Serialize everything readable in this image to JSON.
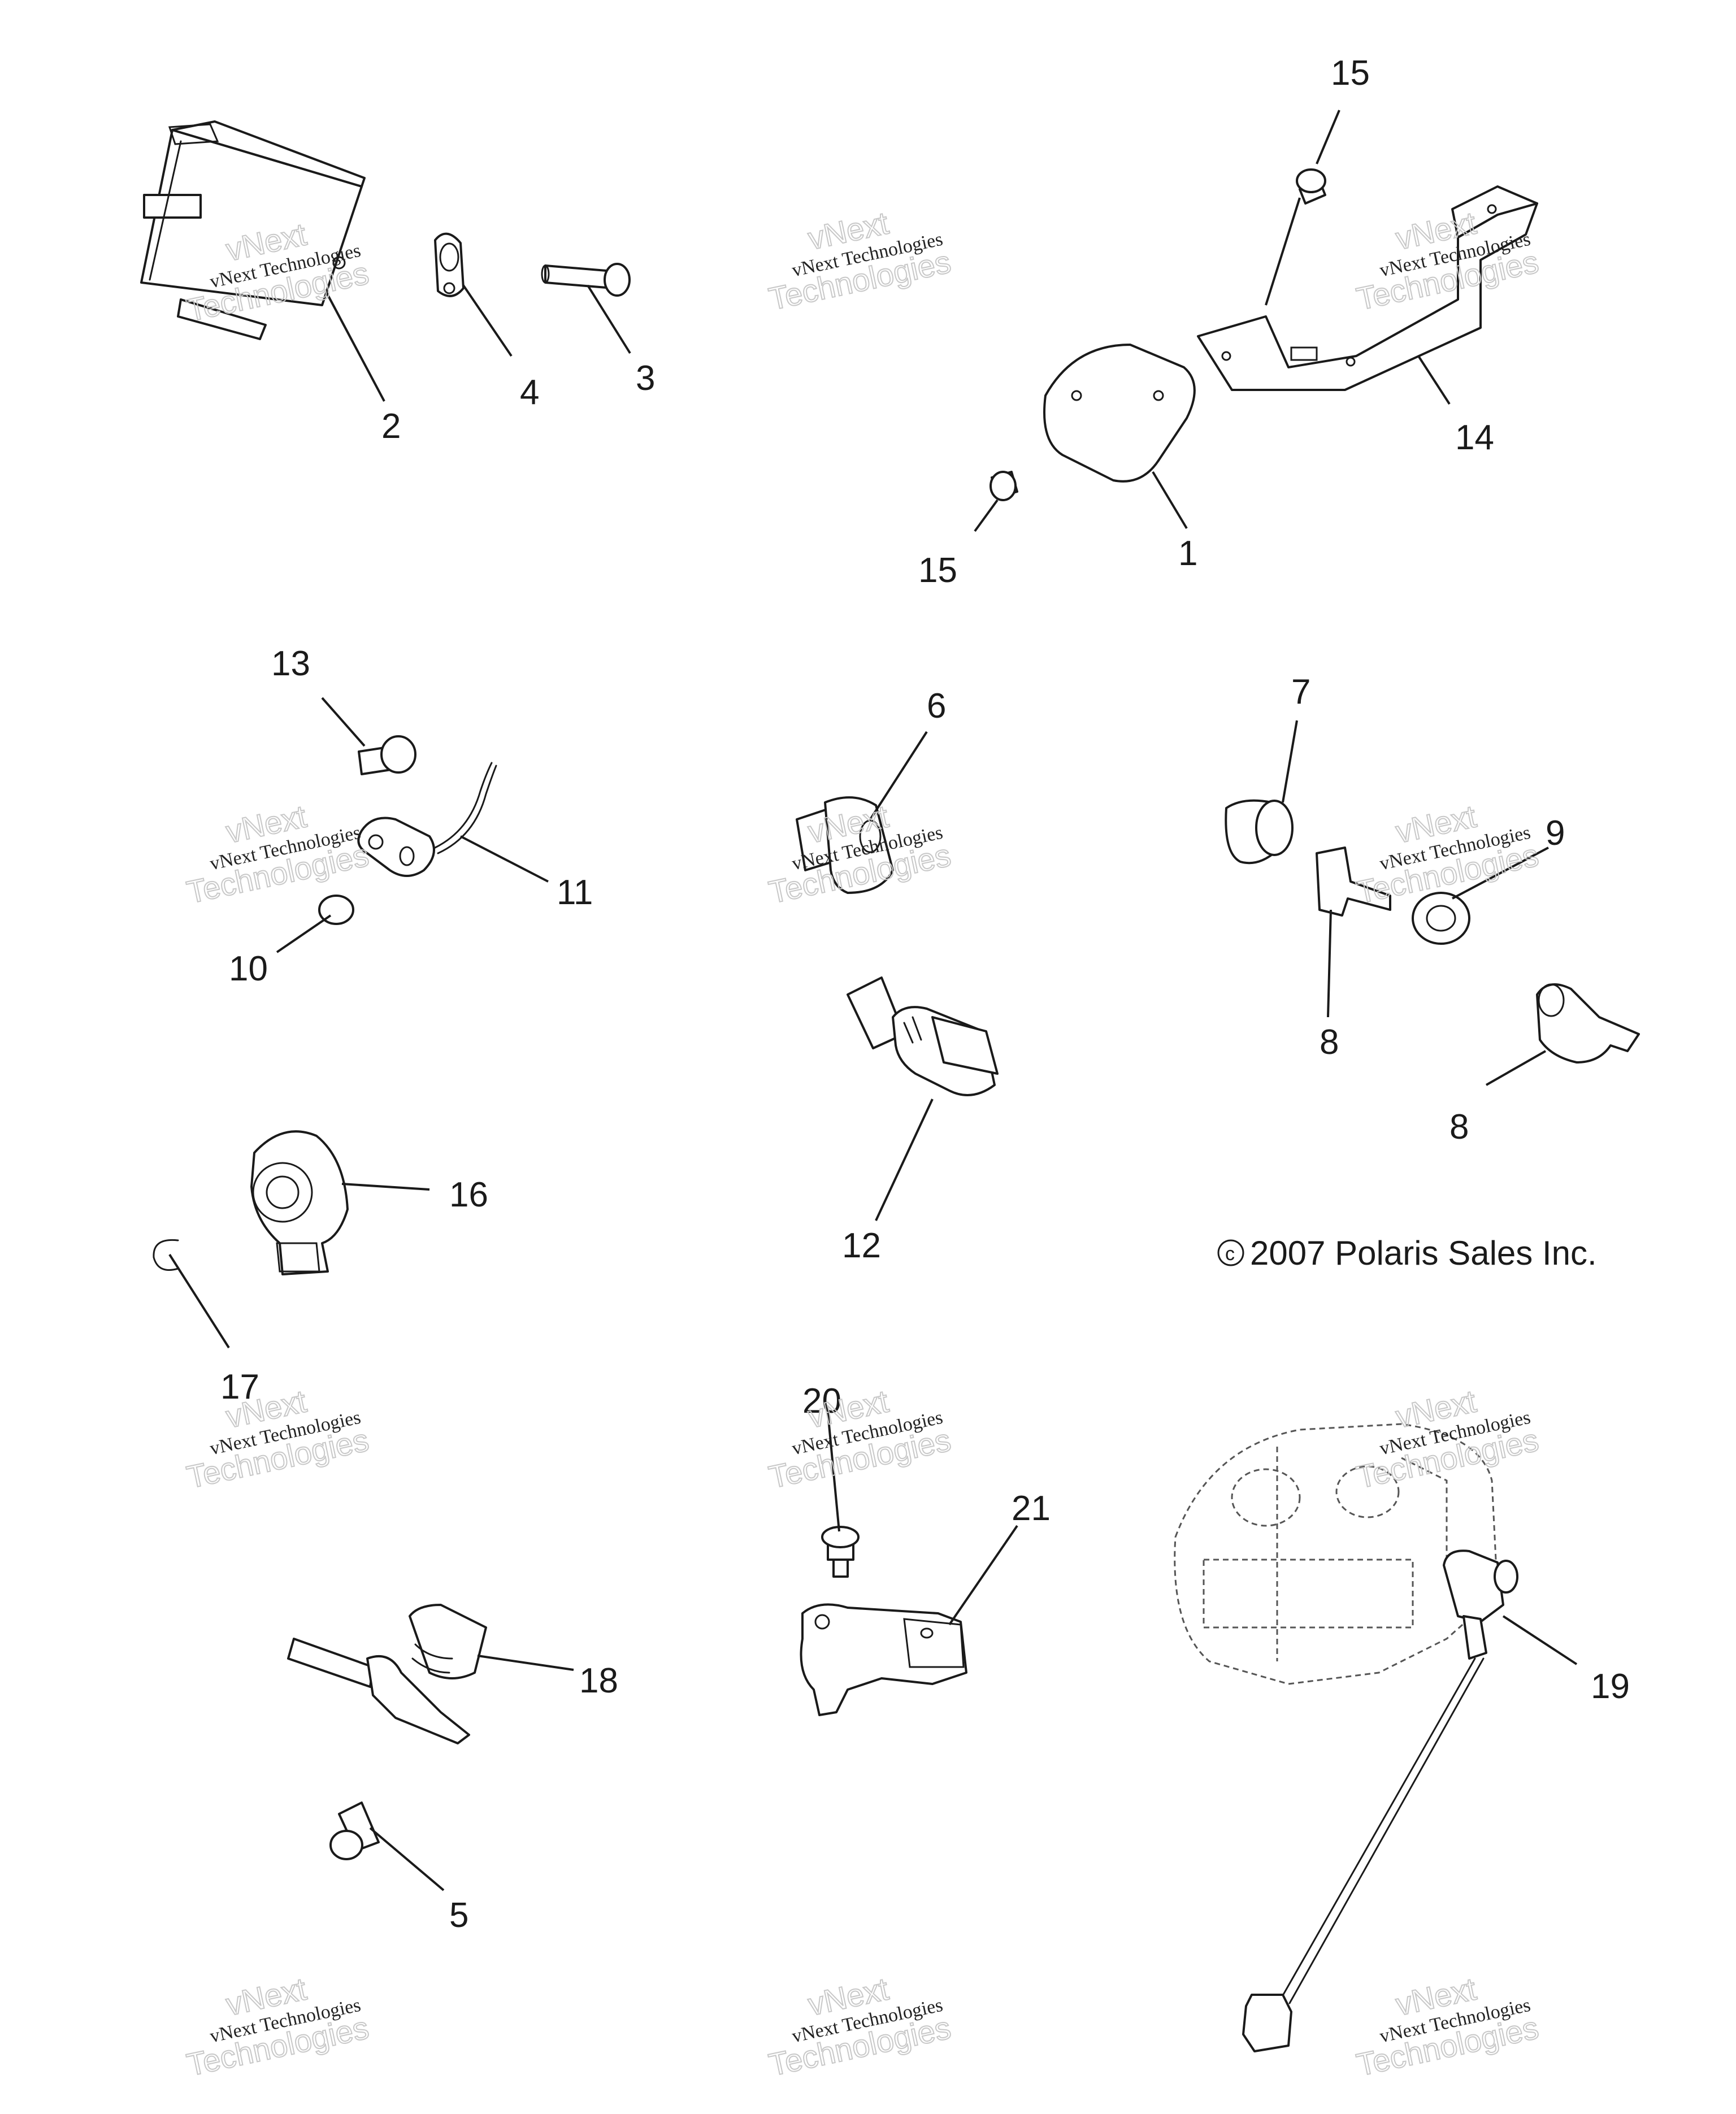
{
  "callouts": [
    "1",
    "2",
    "3",
    "4",
    "5",
    "6",
    "7",
    "8",
    "8",
    "9",
    "10",
    "11",
    "12",
    "13",
    "14",
    "15",
    "15",
    "16",
    "17",
    "18",
    "19",
    "20",
    "21"
  ],
  "copyright": "2007 Polaris Sales Inc.",
  "copyright_symbol": "c",
  "watermark": {
    "line1": "vNext Technologies",
    "line2": "vNext",
    "line3": "Technologies"
  }
}
